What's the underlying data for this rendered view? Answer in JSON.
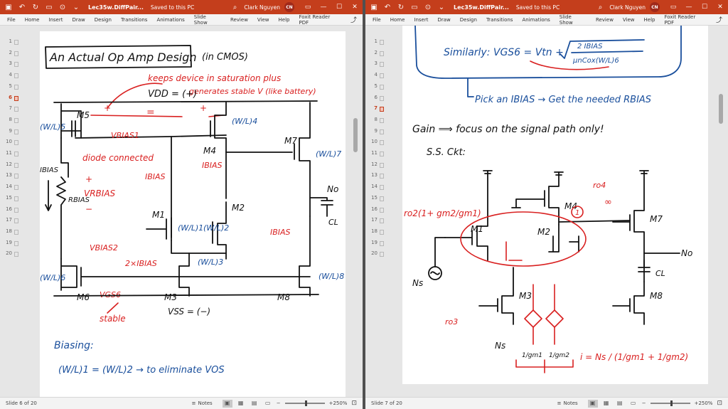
{
  "left": {
    "title": "Lec35w.DiffPair...",
    "saved": "Saved to this PC",
    "user": "Clark Nguyen",
    "initials": "CN",
    "menu": [
      "File",
      "Home",
      "Insert",
      "Draw",
      "Design",
      "Transitions",
      "Animations",
      "Slide Show",
      "Review",
      "View",
      "Help",
      "Foxit Reader PDF"
    ],
    "slide_status": "Slide 6 of 20",
    "notes": "Notes",
    "zoom": "250%",
    "thumbs": [
      "1",
      "2",
      "3",
      "4",
      "5",
      "6",
      "7",
      "8",
      "9",
      "10",
      "11",
      "12",
      "13",
      "14",
      "15",
      "16",
      "17",
      "18",
      "19",
      "20"
    ],
    "active_thumb": 5,
    "ink": {
      "heading": "An Actual Op Amp Design",
      "heading_note": "(in CMOS)",
      "vdd": "VDD = (+)",
      "vss": "VSS = (−)",
      "note1": "keeps device in saturation plus",
      "note2": "generates stable V (like battery)",
      "diode": "diode connected",
      "vbias1": "VBIAS1",
      "vrbias": "VRBIAS",
      "ibias": "IBIAS",
      "rbias": "RBIAS",
      "m5": "M5",
      "m4": "M4",
      "m7": "M7",
      "m1": "M1",
      "m2": "M2",
      "m3": "M3",
      "m6": "M6",
      "m8": "M8",
      "wl5": "(W/L)5",
      "wl4": "(W/L)4",
      "wl7": "(W/L)7",
      "wl1": "(W/L)1",
      "wl2": "(W/L)2",
      "wl3": "(W/L)3",
      "wl6": "(W/L)6",
      "wl8": "(W/L)8",
      "no": "No",
      "cl": "CL",
      "vbias2": "VBIAS2",
      "twoibias": "2×IBIAS",
      "vgs6": "VGS6",
      "stable": "stable",
      "biasing": "Biasing:",
      "offset": "(W/L)1 = (W/L)2 → to eliminate VOS"
    }
  },
  "right": {
    "title": "Lec35w.DiffPair...",
    "saved": "Saved to this PC",
    "user": "Clark Nguyen",
    "initials": "CN",
    "menu": [
      "File",
      "Home",
      "Insert",
      "Draw",
      "Design",
      "Transitions",
      "Animations",
      "Slide Show",
      "Review",
      "View",
      "Help",
      "Foxit Reader PDF"
    ],
    "slide_status": "Slide 7 of 20",
    "notes": "Notes",
    "zoom": "250%",
    "thumbs": [
      "1",
      "2",
      "3",
      "4",
      "5",
      "6",
      "7",
      "8",
      "9",
      "10",
      "11",
      "12",
      "13",
      "14",
      "15",
      "16",
      "17",
      "18",
      "19",
      "20"
    ],
    "active_thumb": 6,
    "ink": {
      "similarly": "Similarly: VGS6 = Vtn +",
      "sqrt_num": "2 IBIAS",
      "sqrt_den": "μnCox(W/L)6",
      "pick": "Pick an IBIAS → Get the needed RBIAS",
      "gain": "Gain ⟹ focus on the signal path only!",
      "ss": "S.S. Ckt:",
      "ro2": "ro2(1+ gm2/gm1)",
      "ro4": "ro4",
      "inf": "∞",
      "one": "1",
      "m1": "M1",
      "m2": "M2",
      "m3": "M3",
      "m4": "M4",
      "m7": "M7",
      "m8": "M8",
      "ns": "Ns",
      "no": "No",
      "cl": "CL",
      "ro3": "ro3",
      "gm1": "1/gm1",
      "gm2": "1/gm2",
      "inode": "i = Ns / (1/gm1 + 1/gm2)"
    }
  }
}
